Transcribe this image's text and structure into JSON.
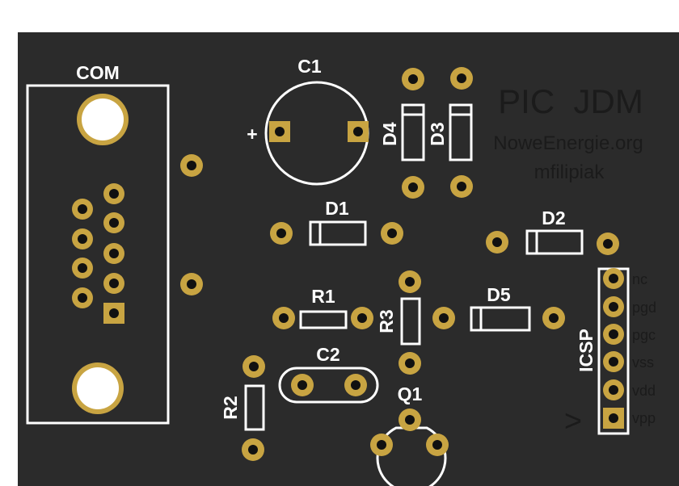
{
  "colors": {
    "board": "#2b2b2b",
    "silkscreen": "#ffffff",
    "pad_gold": "#c8a442",
    "pad_hole": "#111111",
    "faded_text": "#1c1c1c"
  },
  "labels": {
    "com": "COM",
    "c1": "C1",
    "c1_polarity": "+",
    "c2": "C2",
    "d1": "D1",
    "d2": "D2",
    "d3": "D3",
    "d4": "D4",
    "d5": "D5",
    "r1": "R1",
    "r2": "R2",
    "r3": "R3",
    "q1": "Q1",
    "icsp": "ICSP"
  },
  "title": {
    "line1": "PIC  JDM",
    "line2": "NoweEnergie.org",
    "line3": "mfilipiak"
  },
  "icsp_pins": [
    "nc",
    "pgd",
    "pgc",
    "vss",
    "vdd",
    "vpp"
  ],
  "icsp_arrow": ">"
}
